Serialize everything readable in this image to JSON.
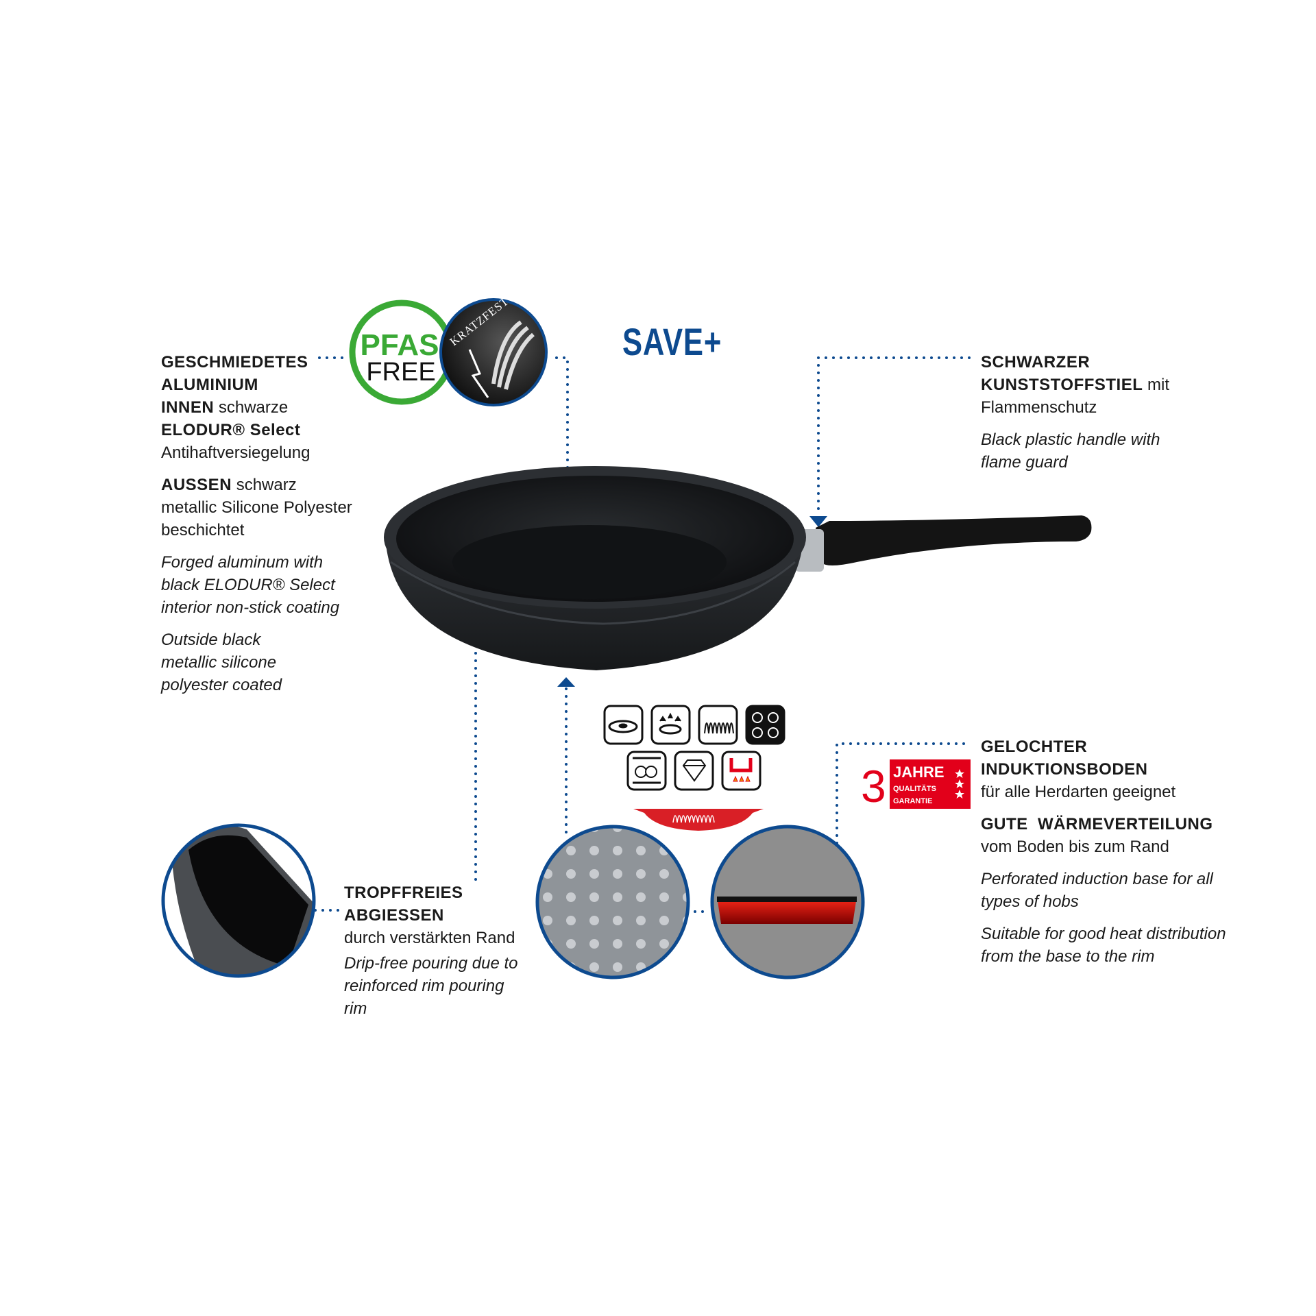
{
  "brand": {
    "product_line": "SAVE+"
  },
  "badges": {
    "pfas_line1": "PFAS",
    "pfas_line2": "FREE",
    "kratzfest": "KRATZFEST",
    "guarantee_number": "3",
    "guarantee_line1": "JAHRE",
    "guarantee_line2": "QUALITÄTS",
    "guarantee_line3": "GARANTIE"
  },
  "colors": {
    "accent_blue": "#0d4a8f",
    "pfas_green": "#3aa935",
    "guarantee_red": "#e2001a"
  },
  "left_block": {
    "title1": "GESCHMIEDETES",
    "title2": "ALUMINIUM",
    "innen_bold": "INNEN",
    "innen_rest": " schwarze",
    "elodur_bold": "ELODUR® Select",
    "elodur_rest": "Antihaftversiegelung",
    "aussen_bold": "AUSSEN",
    "aussen_rest": " schwarz",
    "aussen_line2": "metallic Silicone Polyester",
    "aussen_line3": "beschichtet",
    "en1": [
      "Forged aluminum with",
      "black ELODUR® Select",
      "interior non-stick coating"
    ],
    "en2": [
      "Outside black",
      "metallic silicone",
      "polyester coated"
    ]
  },
  "handle_block": {
    "title1": "SCHWARZER",
    "title2": "KUNSTSTOFFSTIEL",
    "title2_rest": " mit",
    "line3": "Flammenschutz",
    "en": [
      "Black plastic handle with",
      "flame guard"
    ]
  },
  "pouring_block": {
    "title1": "TROPFFREIES",
    "title2": "ABGIESSEN",
    "line3": "durch verstärkten Rand",
    "en": [
      "Drip-free pouring due to",
      "reinforced rim pouring",
      "rim"
    ]
  },
  "base_block": {
    "title1": "GELOCHTER",
    "title2": "INDUKTIONSBODEN",
    "line3": "für alle Herdarten geeignet",
    "title4": "GUTE  WÄRMEVERTEILUNG",
    "line5": "vom Boden bis zum Rand",
    "en1": [
      "Perforated induction base for all",
      "types of hobs"
    ],
    "en2": [
      "Suitable for good heat distribution",
      "from the base to the rim"
    ]
  },
  "hob_icons": [
    "electric-plate-icon",
    "gas-burner-icon",
    "radiant-coil-icon",
    "ceramic-hob-icon",
    "dishwasher-icon",
    "diamond-icon",
    "induction-icon"
  ]
}
